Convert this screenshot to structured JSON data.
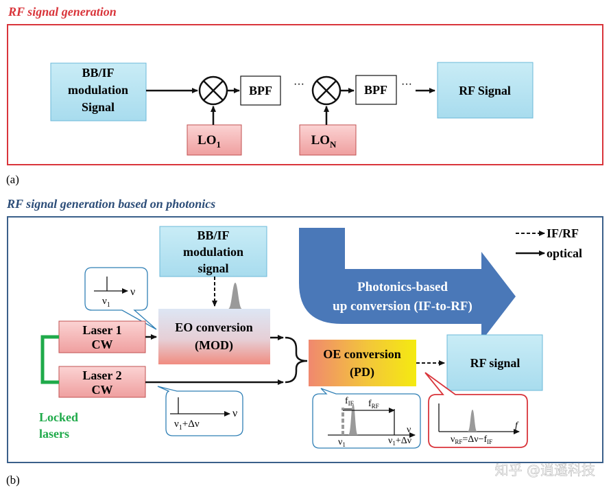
{
  "part_a": {
    "title": "RF signal generation",
    "bb_if_box": [
      "BB/IF",
      "modulation",
      "Signal"
    ],
    "bpf_label": "BPF",
    "lo1": {
      "main": "LO",
      "sub": "1"
    },
    "lon": {
      "main": "LO",
      "sub": "N"
    },
    "dots": "···",
    "rf_signal": "RF Signal",
    "caption": "(a)"
  },
  "part_b": {
    "title": "RF signal generation based on photonics",
    "bb_if_box": [
      "BB/IF",
      "modulation",
      "signal"
    ],
    "legend": {
      "dashed": "IF/RF",
      "solid": "optical"
    },
    "photonics_arrow": [
      "Photonics-based",
      "up conversion (IF-to-RF)"
    ],
    "laser1": [
      "Laser 1",
      "CW"
    ],
    "laser2": [
      "Laser 2",
      "CW"
    ],
    "eo_box": [
      "EO conversion",
      "(MOD)"
    ],
    "oe_box": [
      "OE conversion",
      "(PD)"
    ],
    "rf_signal": "RF signal",
    "locked_lasers": [
      "Locked",
      "lasers"
    ],
    "callout1": {
      "axis": "ν",
      "tick": "ν",
      "tick_sub": "1"
    },
    "callout2": {
      "axis": "ν",
      "tick_a": "ν",
      "tick_a_sub": "1",
      "tick_b": "+Δν"
    },
    "callout3": {
      "axis": "ν",
      "f_if": {
        "main": "f",
        "sub": "IF"
      },
      "f_rf": {
        "main": "f",
        "sub": "RF"
      },
      "v1": {
        "main": "ν",
        "sub": "1"
      },
      "v1dv": {
        "main": "ν",
        "sub": "1",
        "rest": "+Δν"
      }
    },
    "callout4": {
      "axis": "f",
      "formula": {
        "main": "ν",
        "sub": "RF",
        "mid": "=Δν−f",
        "sub2": "IF"
      }
    },
    "caption": "(b)"
  },
  "watermark": "知乎 @逍遥科技",
  "colors": {
    "red_frame": "#d9343a",
    "blue_frame": "#3a5f8a",
    "light_blue": "#bfe6f2",
    "pink": "#f4b6b6",
    "green": "#1faa4a",
    "arrow_blue": "#4a78b8",
    "title_red": "#d9343a",
    "title_blue": "#2c4d78"
  }
}
